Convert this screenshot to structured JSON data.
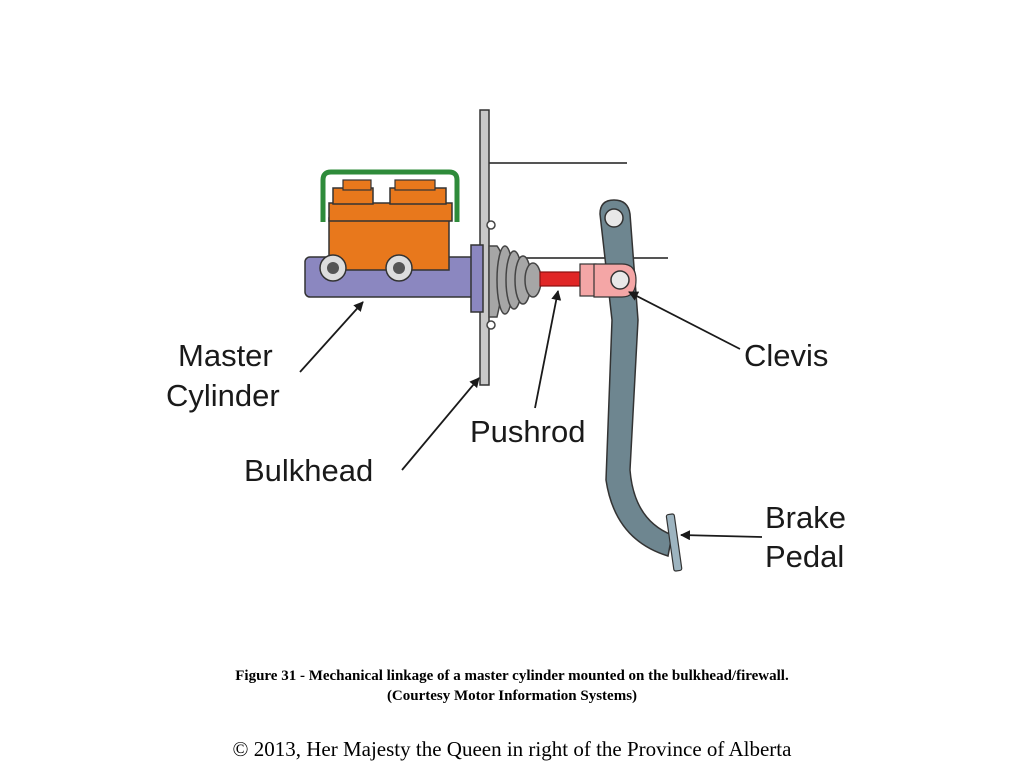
{
  "diagram": {
    "labels": {
      "master_cylinder_line1": "Master",
      "master_cylinder_line2": "Cylinder",
      "bulkhead": "Bulkhead",
      "pushrod": "Pushrod",
      "clevis": "Clevis",
      "brake_pedal_line1": "Brake",
      "brake_pedal_line2": "Pedal"
    },
    "colors": {
      "reservoir_lid": "#2e8b3a",
      "reservoir_body": "#e8781c",
      "cylinder_body": "#8b87c0",
      "bulkhead": "#b9b9b9",
      "boot": "#a6a6a6",
      "pushrod": "#e02626",
      "clevis": "#f4a6a6",
      "pedal": "#6e8690"
    }
  },
  "caption": {
    "line1": "Figure 31 - Mechanical linkage of a master cylinder mounted on the bulkhead/firewall.",
    "line2": "(Courtesy Motor Information Systems)"
  },
  "footer": {
    "copyright": "© 2013, Her Majesty the Queen in right of the Province of Alberta"
  }
}
